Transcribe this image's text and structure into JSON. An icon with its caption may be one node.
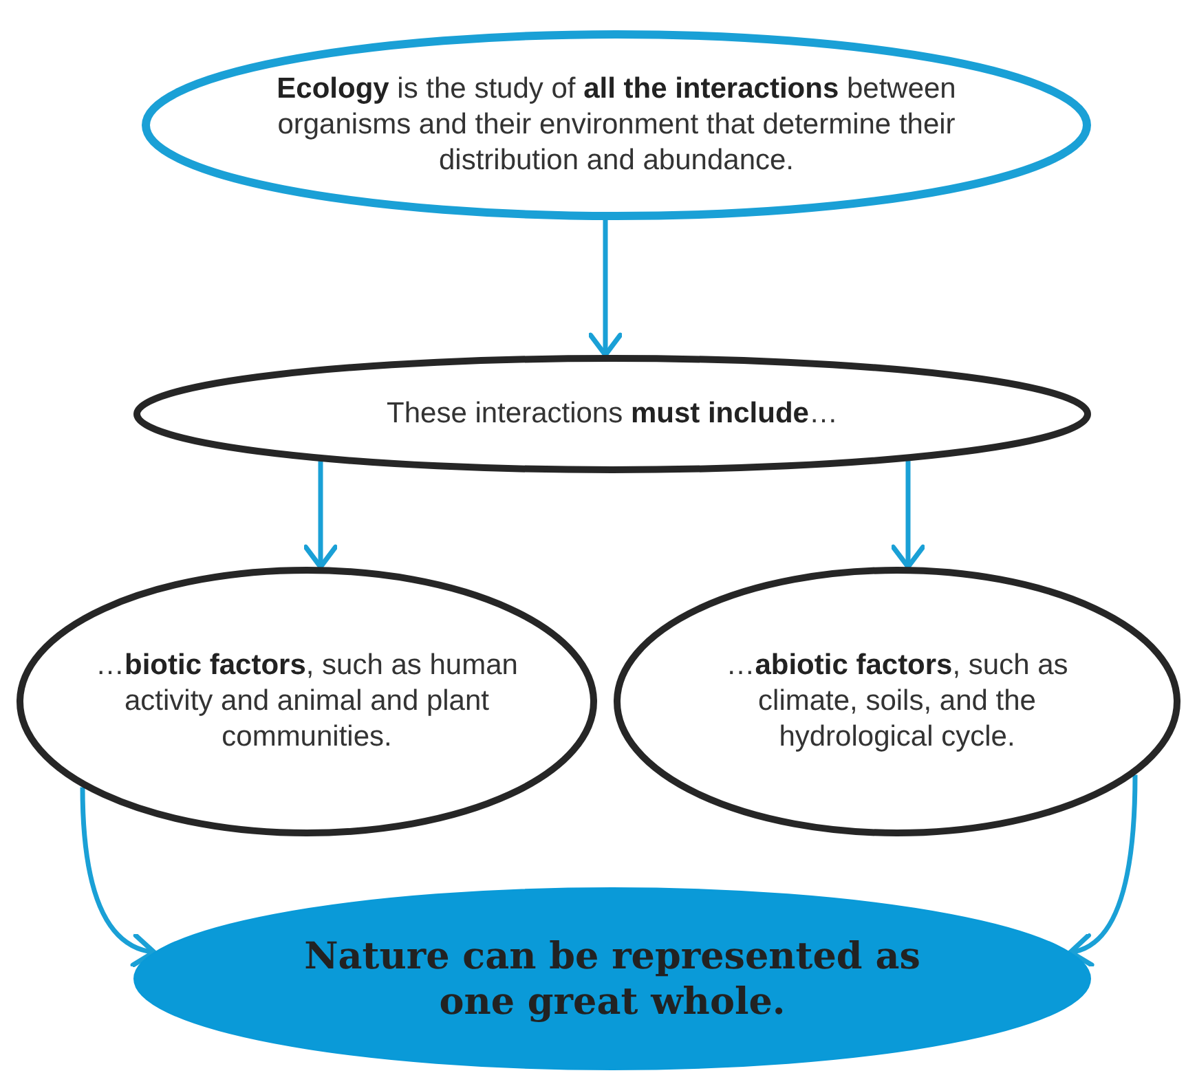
{
  "diagram": {
    "nodes": [
      {
        "text": [
          "**Ecology** is the study of **all the interactions** between organisms and their environment that determine their distribution and abundance."
        ]
      },
      {
        "text": [
          "These interactions **must include**…"
        ]
      },
      {
        "text": [
          "…**biotic factors**, such as human activity and animal and plant communities."
        ]
      },
      {
        "text": [
          "…**abiotic factors**, such as climate, soils, and the hydrological cycle."
        ]
      },
      {
        "text": [
          "Nature can be represented as one great whole."
        ]
      }
    ],
    "edges": [
      {
        "from": 0,
        "to": 1,
        "arrow": "to"
      },
      {
        "from": 1,
        "to": 2,
        "arrow": "to"
      },
      {
        "from": 1,
        "to": 3,
        "arrow": "to"
      },
      {
        "from": 2,
        "to": 4,
        "arrow": "to"
      },
      {
        "from": 3,
        "to": 4,
        "arrow": "to"
      }
    ]
  }
}
